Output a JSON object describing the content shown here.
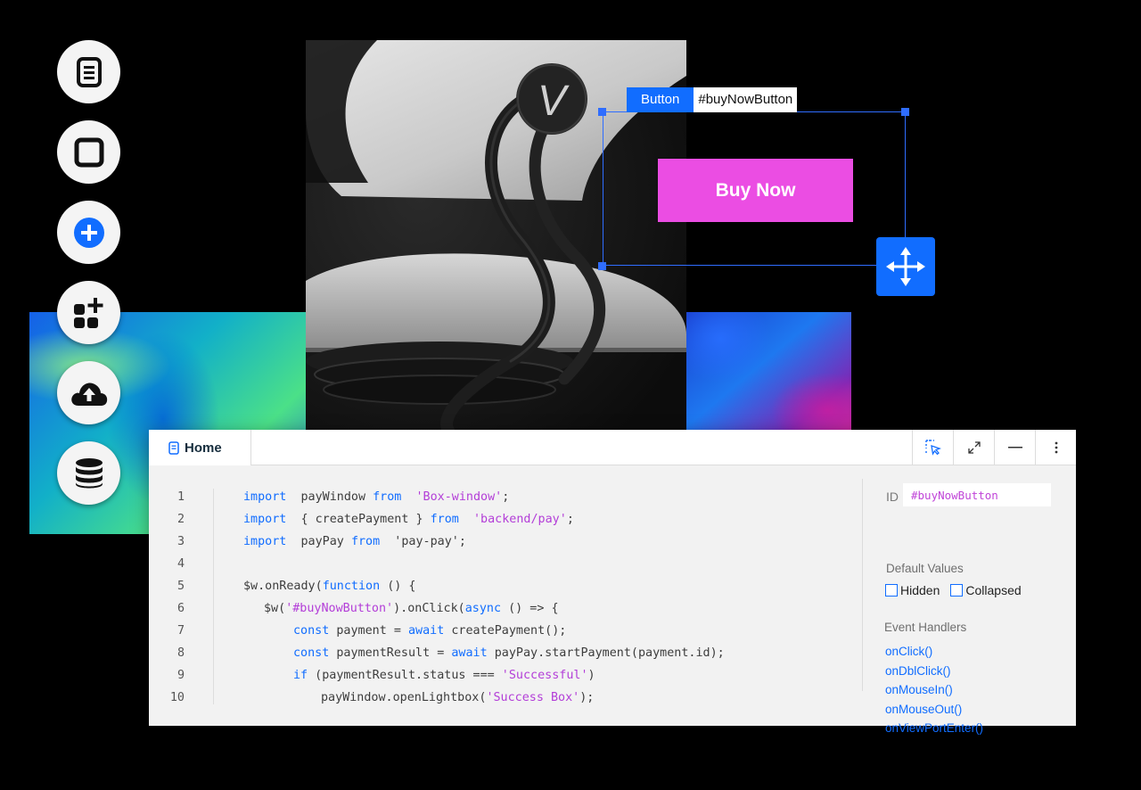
{
  "rail": {
    "items": [
      {
        "icon": "page-icon"
      },
      {
        "icon": "square-icon"
      },
      {
        "icon": "add-icon"
      },
      {
        "icon": "apps-icon"
      },
      {
        "icon": "cloud-upload-icon"
      },
      {
        "icon": "database-icon"
      }
    ]
  },
  "photo": {
    "logo_letter": "V"
  },
  "selection": {
    "element_type": "Button",
    "element_id": "#buyNowButton"
  },
  "canvas": {
    "buy_button_label": "Buy Now",
    "buy_button_color": "#eb4de3",
    "accent_color": "#116dff"
  },
  "panel": {
    "tab_label": "Home",
    "tools": [
      "select-element-icon",
      "expand-icon",
      "minimize-icon",
      "more-icon"
    ]
  },
  "code": {
    "lines": [
      {
        "num": "1",
        "indent": 0,
        "parts": [
          [
            "kw",
            "import"
          ],
          [
            "",
            "  payWindow "
          ],
          [
            "kw",
            "from"
          ],
          [
            "",
            "  "
          ],
          [
            "str",
            "'Box-window'"
          ],
          [
            "",
            ";"
          ]
        ]
      },
      {
        "num": "2",
        "indent": 0,
        "parts": [
          [
            "kw",
            "import"
          ],
          [
            "",
            "  { createPayment } "
          ],
          [
            "kw",
            "from"
          ],
          [
            "",
            "  "
          ],
          [
            "str",
            "'backend/pay'"
          ],
          [
            "",
            ";"
          ]
        ]
      },
      {
        "num": "3",
        "indent": 0,
        "parts": [
          [
            "kw",
            "import"
          ],
          [
            "",
            "  payPay "
          ],
          [
            "kw",
            "from"
          ],
          [
            "",
            "  'pay-pay';"
          ]
        ]
      },
      {
        "num": "4",
        "indent": 0,
        "parts": []
      },
      {
        "num": "5",
        "indent": 0,
        "parts": [
          [
            "",
            "$w.onReady("
          ],
          [
            "kw",
            "function"
          ],
          [
            "",
            " () {"
          ]
        ]
      },
      {
        "num": "6",
        "indent": 1,
        "parts": [
          [
            "",
            "$w("
          ],
          [
            "str",
            "'#buyNowButton'"
          ],
          [
            "",
            ").onClick("
          ],
          [
            "kw",
            "async"
          ],
          [
            "",
            " () => {"
          ]
        ]
      },
      {
        "num": "7",
        "indent": 2,
        "parts": [
          [
            "kw",
            "const"
          ],
          [
            "",
            " payment = "
          ],
          [
            "kw",
            "await"
          ],
          [
            "",
            " createPayment();"
          ]
        ]
      },
      {
        "num": "8",
        "indent": 2,
        "parts": [
          [
            "kw",
            "const"
          ],
          [
            "",
            " paymentResult = "
          ],
          [
            "kw",
            "await"
          ],
          [
            "",
            " payPay.startPayment(payment.id);"
          ]
        ]
      },
      {
        "num": "9",
        "indent": 2,
        "parts": [
          [
            "kw",
            "if"
          ],
          [
            "",
            " (paymentResult.status === "
          ],
          [
            "str",
            "'Successful'"
          ],
          [
            "",
            ")"
          ]
        ]
      },
      {
        "num": "10",
        "indent": 3,
        "parts": [
          [
            "",
            "payWindow.openLightbox("
          ],
          [
            "str",
            "'Success Box'"
          ],
          [
            "",
            ");"
          ]
        ]
      }
    ]
  },
  "properties": {
    "id_label": "ID",
    "id_value": "#buyNowButton",
    "defaults_title": "Default Values",
    "checkboxes": [
      {
        "label": "Hidden",
        "checked": false
      },
      {
        "label": "Collapsed",
        "checked": false
      }
    ],
    "handlers_title": "Event Handlers",
    "handlers": [
      "onClick()",
      "onDblClick()",
      "onMouseIn()",
      "onMouseOut()",
      "onViewPortEnter()"
    ]
  }
}
